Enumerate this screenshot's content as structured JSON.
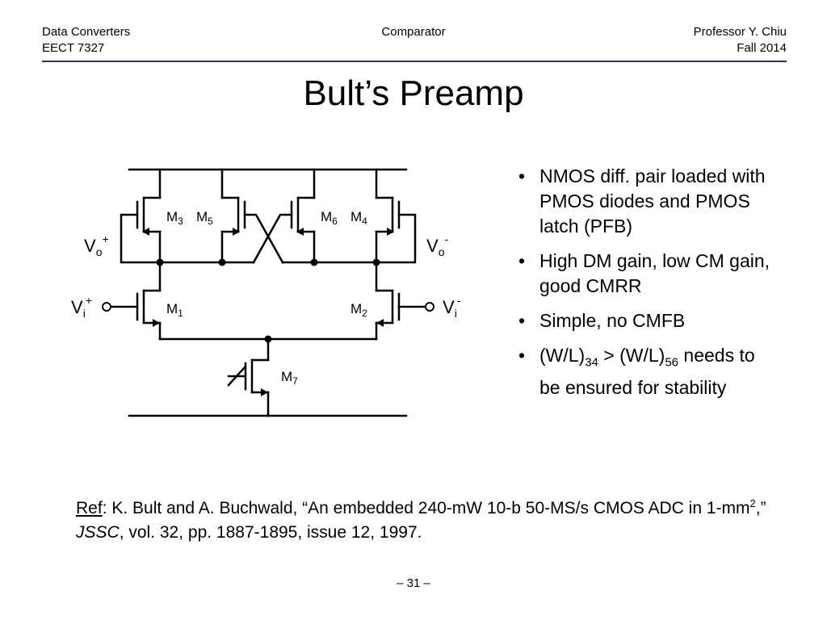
{
  "header": {
    "course": "Data Converters",
    "code": "EECT 7327",
    "topic": "Comparator",
    "author": "Professor Y. Chiu",
    "term": "Fall 2014"
  },
  "title": "Bult’s Preamp",
  "schematic": {
    "transistors": {
      "m3": {
        "base": "M",
        "sub": "3"
      },
      "m5": {
        "base": "M",
        "sub": "5"
      },
      "m6": {
        "base": "M",
        "sub": "6"
      },
      "m4": {
        "base": "M",
        "sub": "4"
      },
      "m1": {
        "base": "M",
        "sub": "1"
      },
      "m2": {
        "base": "M",
        "sub": "2"
      },
      "m7": {
        "base": "M",
        "sub": "7"
      }
    },
    "ports": {
      "vo_plus": {
        "base": "V",
        "sub": "o",
        "sup": "+"
      },
      "vo_minus": {
        "base": "V",
        "sub": "o",
        "sup": "-"
      },
      "vi_plus": {
        "base": "V",
        "sub": "i",
        "sup": "+"
      },
      "vi_minus": {
        "base": "V",
        "sub": "i",
        "sup": "-"
      }
    }
  },
  "bullets": {
    "marker": "•",
    "b1": "NMOS diff. pair loaded with PMOS diodes and PMOS latch (PFB)",
    "b2": "High DM gain, low CM gain, good CMRR",
    "b3": "Simple, no CMFB",
    "b4": {
      "p1": "(W/L)",
      "s1": "34",
      "p2": " > (W/L)",
      "s2": "56",
      "p3": " needs to be ensured for stability"
    }
  },
  "reference": {
    "label": "Ref",
    "p1": ":  K. Bult and A. Buchwald, “An embedded 240-mW 10-b 50-MS/s CMOS ADC in 1-mm",
    "sup": "2",
    "p2": ",” ",
    "journal": "JSSC",
    "p3": ", vol. 32, pp. 1887-1895, issue 12, 1997."
  },
  "footer": {
    "page": "– 31 –"
  }
}
